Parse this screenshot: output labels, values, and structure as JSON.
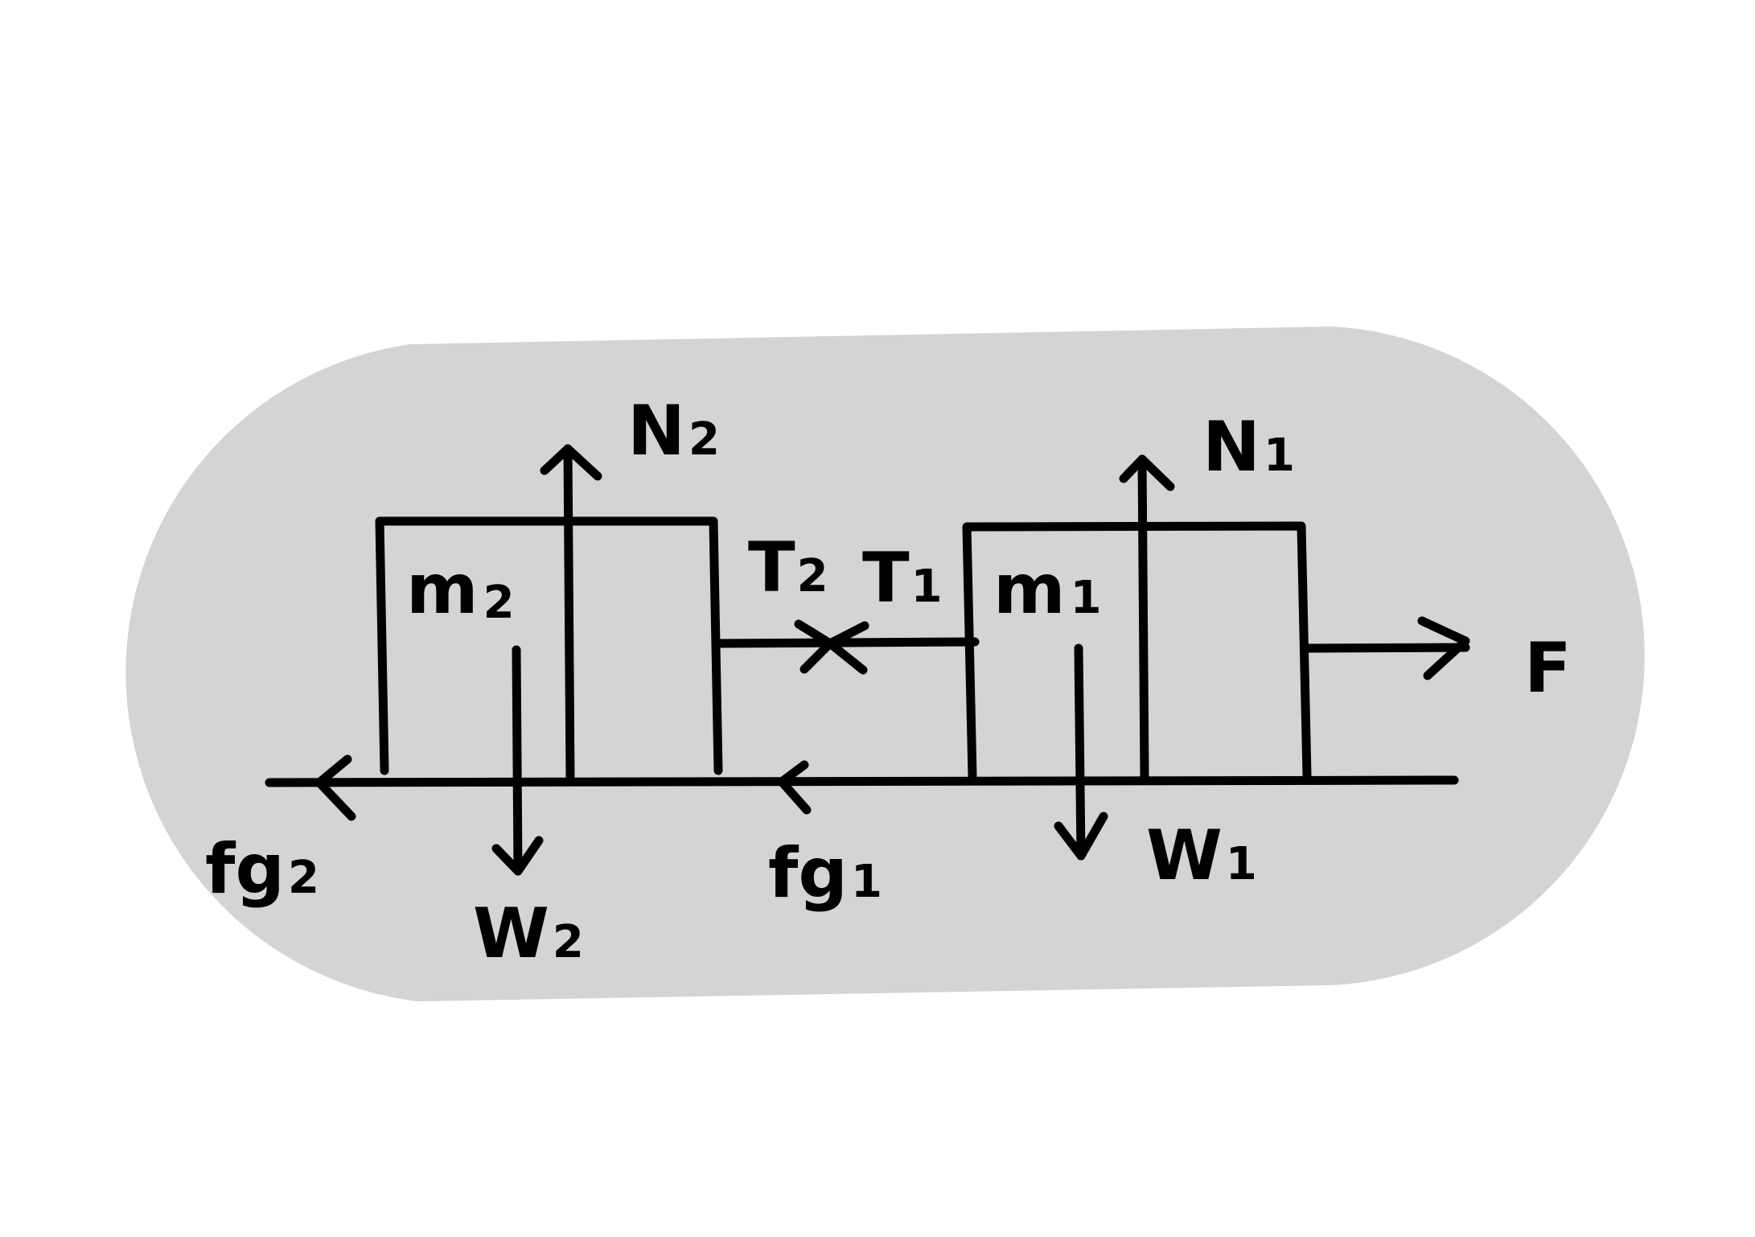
{
  "colors": {
    "background": "#ffffff",
    "region_fill": "#d4d4d4",
    "ink": "#000000"
  },
  "labels": {
    "block2": {
      "base": "m",
      "sub": "2"
    },
    "block1": {
      "base": "m",
      "sub": "1"
    },
    "normal2": {
      "base": "N",
      "sub": "2"
    },
    "normal1": {
      "base": "N",
      "sub": "1"
    },
    "weight2": {
      "base": "W",
      "sub": "2"
    },
    "weight1": {
      "base": "W",
      "sub": "1"
    },
    "tension2": {
      "base": "T",
      "sub": "2"
    },
    "tension1": {
      "base": "T",
      "sub": "1"
    },
    "friction2": {
      "base": "fg",
      "sub": "2"
    },
    "friction1": {
      "base": "fg",
      "sub": "1"
    },
    "applied_force": "F"
  }
}
